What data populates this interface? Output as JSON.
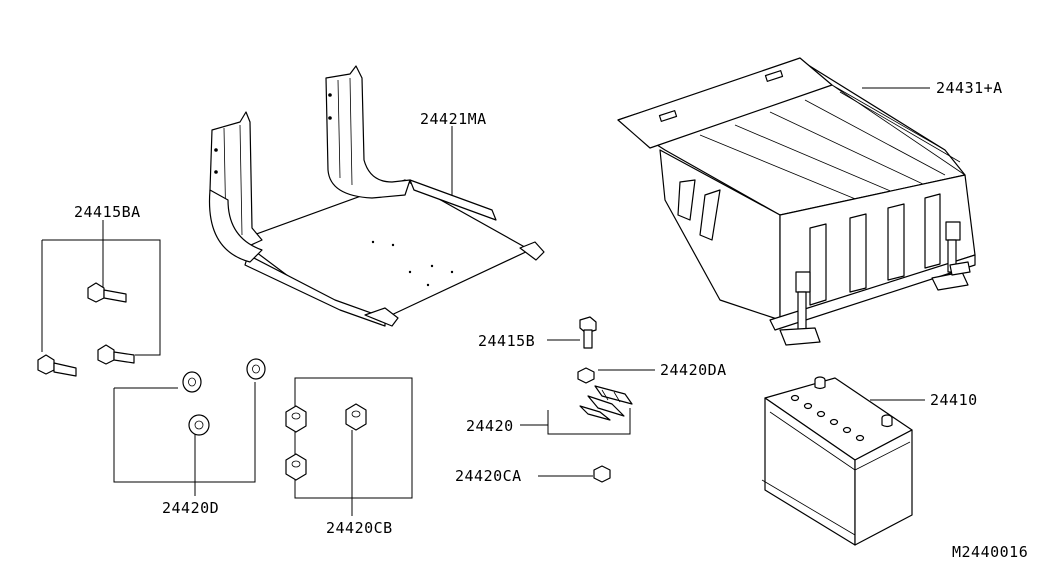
{
  "labels": {
    "bracket_tray": "24421MA",
    "battery_cover": "24431+A",
    "bolt_set": "24415BA",
    "bolt": "24415B",
    "nut_da": "24420DA",
    "clamp": "24420",
    "nut_ca": "24420CA",
    "battery": "24410",
    "washer_d": "24420D",
    "nut_cb": "24420CB",
    "diagram_code": "M2440016"
  }
}
